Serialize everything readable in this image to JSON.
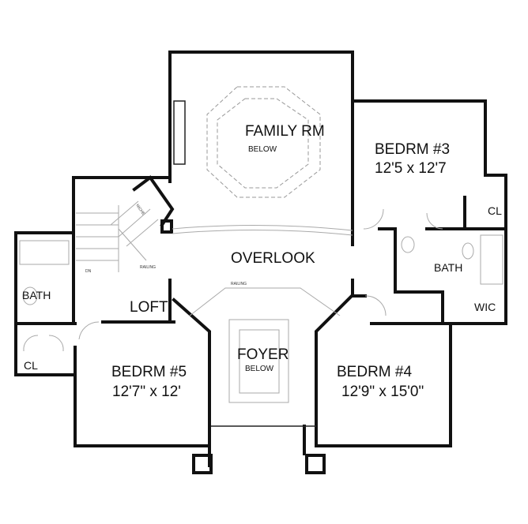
{
  "rooms": {
    "family": {
      "name": "FAMILY RM",
      "note": "BELOW"
    },
    "bed3": {
      "name": "BEDRM #3",
      "size": "12'5 x 12'7"
    },
    "cl_right": {
      "name": "CL"
    },
    "overlook": {
      "name": "OVERLOOK"
    },
    "bath_right": {
      "name": "BATH"
    },
    "wic": {
      "name": "WIC"
    },
    "bath_left": {
      "name": "BATH"
    },
    "loft": {
      "name": "LOFT"
    },
    "cl_left": {
      "name": "CL"
    },
    "bed5": {
      "name": "BEDRM #5",
      "size": "12'7\" x 12'"
    },
    "foyer": {
      "name": "FOYER",
      "note": "BELOW"
    },
    "bed4": {
      "name": "BEDRM #4",
      "size": "12'9\" x 15'0\""
    }
  },
  "annotations": {
    "niche": "NICHE",
    "down": "DN",
    "railing_stair": "RAILING",
    "railing_overlook": "RAILING"
  }
}
